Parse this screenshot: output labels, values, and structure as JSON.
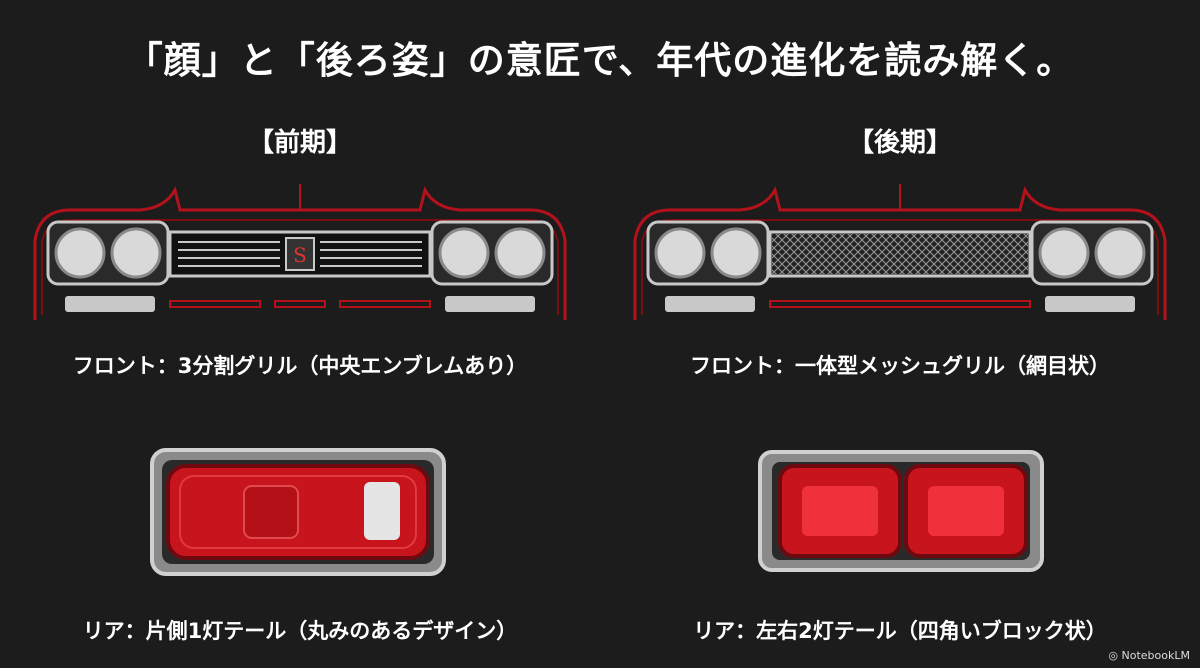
{
  "title": "「顔」と「後ろ姿」の意匠で、年代の進化を読み解く。",
  "early": {
    "label": "【前期】",
    "emblem": "S",
    "front_caption": "フロント：3分割グリル（中央エンブレムあり）",
    "rear_caption": "リア：片側1灯テール（丸みのあるデザイン）"
  },
  "late": {
    "label": "【後期】",
    "front_caption": "フロント：一体型メッシュグリル（網目状）",
    "rear_caption": "リア：左右2灯テール（四角いブロック状）"
  },
  "badge": "NotebookLM",
  "colors": {
    "background": "#1c1c1c",
    "outline_red": "#b3121b",
    "tail_red": "#c8141c",
    "chrome": "#c8c8c8"
  }
}
